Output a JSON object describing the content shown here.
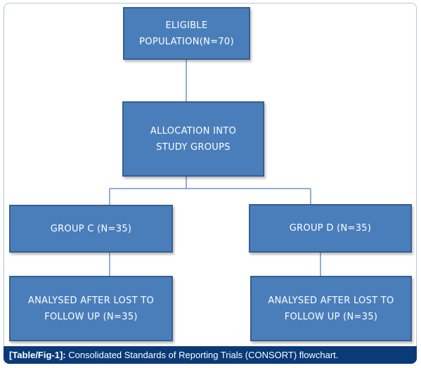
{
  "boxes": {
    "eligible": {
      "line1": "ELIGIBLE",
      "line2": "POPULATION(N=70)"
    },
    "allocation": {
      "line1": "ALLOCATION INTO",
      "line2": "STUDY GROUPS"
    },
    "group_c": {
      "label": "GROUP C (N=35)"
    },
    "group_d": {
      "label": "GROUP D (N=35)"
    },
    "analysed_c": {
      "line1": "ANALYSED AFTER LOST TO",
      "line2": "FOLLOW UP (N=35)"
    },
    "analysed_d": {
      "line1": "ANALYSED AFTER LOST TO",
      "line2": "FOLLOW UP (N=35)"
    }
  },
  "caption": {
    "label": "[Table/Fig-1]:",
    "text": "Consolidated Standards of Reporting Trials (CONSORT) flowchart."
  },
  "colors": {
    "box_fill": "#4a7ebb",
    "box_border": "#36608f",
    "connector": "#6a95c4",
    "caption_bg": "#0a3a78"
  }
}
